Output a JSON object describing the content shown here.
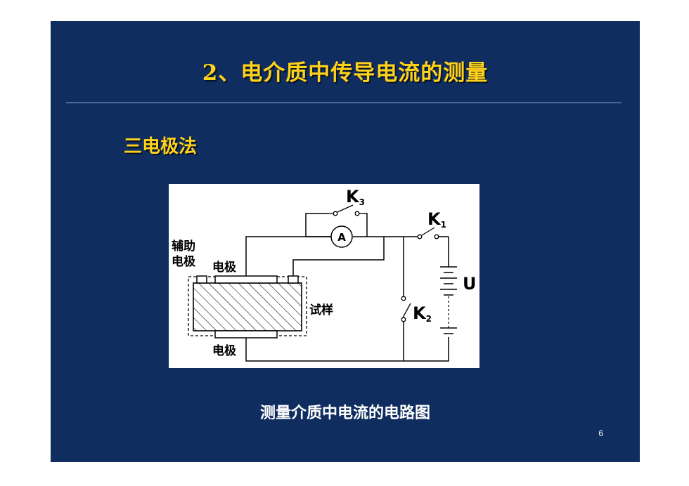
{
  "title": "2、电介质中传导电流的测量",
  "subtitle": "三电极法",
  "caption": "测量介质中电流的电路图",
  "page_number": "6",
  "diagram": {
    "auxiliary_electrode_line1": "辅助",
    "auxiliary_electrode_line2": "电极",
    "top_electrode": "电极",
    "bottom_electrode": "电极",
    "sample": "试样",
    "ammeter": "A",
    "k3": "K",
    "k3_sub": "3",
    "k1": "K",
    "k1_sub": "1",
    "k2": "K",
    "k2_sub": "2",
    "voltage": "U"
  },
  "colors": {
    "slide_background": "#0f2d5e",
    "title_color": "#ffd21a",
    "caption_color": "#ffffff"
  }
}
